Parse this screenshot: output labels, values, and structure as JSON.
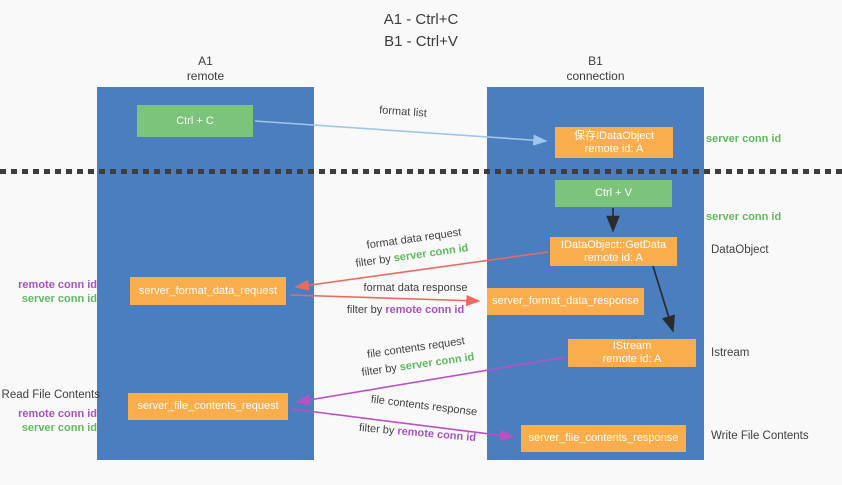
{
  "title": {
    "line1": "A1 - Ctrl+C",
    "line2": "B1 - Ctrl+V"
  },
  "lanes": {
    "a": {
      "name": "A1",
      "subtitle": "remote"
    },
    "b": {
      "name": "B1",
      "subtitle": "connection"
    }
  },
  "boxes": {
    "ctrl_c": {
      "label": "Ctrl + C"
    },
    "save_idataobject": {
      "line1": "保存IDataObject",
      "line2": "remote id: A"
    },
    "ctrl_v": {
      "label": "Ctrl + V"
    },
    "idataobject_getdata": {
      "line1": "IDataObject::GetData",
      "line2": "remote id: A"
    },
    "server_format_data_request": {
      "label": "server_format_data_request"
    },
    "server_format_data_response": {
      "label": "server_format_data_response"
    },
    "istream": {
      "line1": "IStream",
      "line2": "remote id: A"
    },
    "server_file_contents_request": {
      "label": "server_file_contents_request"
    },
    "server_file_contents_response": {
      "label": "server_file_contents_response"
    }
  },
  "arrow_labels": {
    "format_list": "format list",
    "format_data_request": "format data request",
    "format_data_response": "format data response",
    "file_contents_request": "file contents request",
    "file_contents_response": "file contents response",
    "filter_by": "filter by",
    "server_conn_id": "server conn id",
    "remote_conn_id": "remote conn id"
  },
  "annotations": {
    "server_conn_id_top": "server conn id",
    "server_conn_id_mid": "server conn id",
    "dataobject": "DataObject",
    "istream": "Istream",
    "write_file_contents": "Write File Contents",
    "read_file_contents": "Read File Contents",
    "remote_conn_id": "remote conn id",
    "server_conn_id": "server conn id"
  },
  "colors": {
    "bg": "#f9f9f9",
    "lane_blue": "#4a7ebf",
    "box_green": "#7cc47c",
    "box_orange": "#f9ad4d",
    "text_green": "#5eba5e",
    "text_purple": "#a653c1",
    "arrow_red": "#ea6a62",
    "arrow_magenta": "#bd4fc5",
    "arrow_lightblue": "#9fc5e8",
    "arrow_black": "#2b2b2b"
  }
}
